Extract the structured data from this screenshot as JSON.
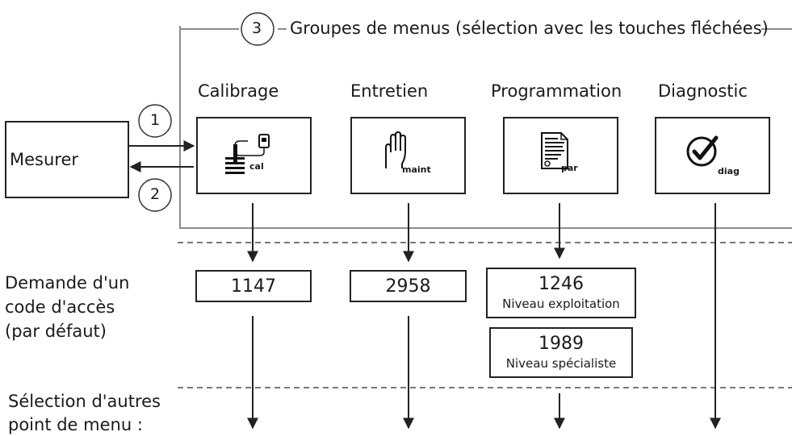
{
  "header": {
    "step3_number": "3",
    "menu_groups_label": "Groupes de menus (sélection avec les touches fléchées)"
  },
  "left": {
    "measure_label": "Mesurer",
    "step1_number": "1",
    "step2_number": "2"
  },
  "groups": [
    {
      "title": "Calibrage",
      "icon_name": "calibration-icon",
      "icon_text": "cal"
    },
    {
      "title": "Entretien",
      "icon_name": "maintenance-hand-icon",
      "icon_text": "maint"
    },
    {
      "title": "Programmation",
      "icon_name": "parameter-document-icon",
      "icon_text": "par"
    },
    {
      "title": "Diagnostic",
      "icon_name": "diagnostic-check-icon",
      "icon_text": "diag"
    }
  ],
  "access_row": {
    "label_line1": "Demande d'un",
    "label_line2": "code d'accès",
    "label_line3": "(par défaut)",
    "codes": [
      {
        "code": "1147"
      },
      {
        "code": "2958"
      },
      {
        "code": "1246",
        "sub": "Niveau exploitation"
      },
      {
        "code": "1989",
        "sub": "Niveau spécialiste"
      }
    ]
  },
  "selection_row": {
    "label_line1": "Sélection d'autres",
    "label_line2": "point de menu :"
  },
  "colors": {
    "line": "#222222",
    "frame": "#8c8c8c",
    "dashed": "#777777"
  }
}
